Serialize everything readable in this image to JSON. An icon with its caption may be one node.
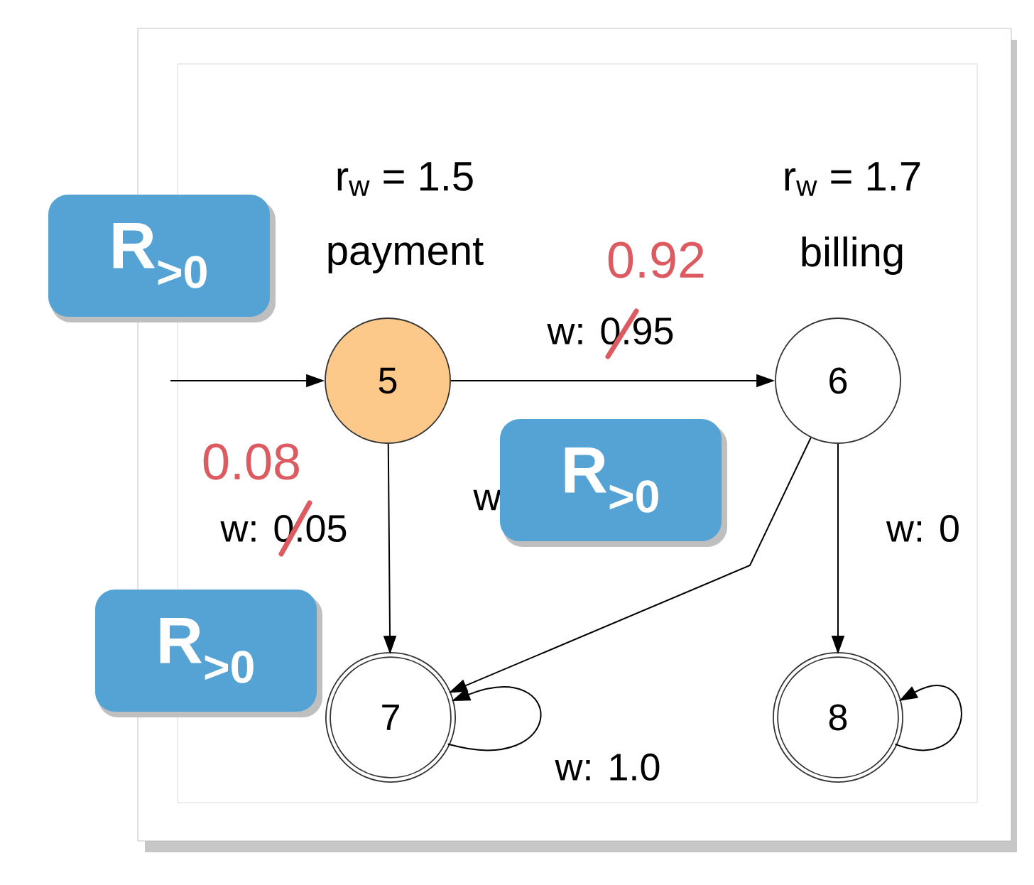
{
  "diagram": {
    "nodes": [
      {
        "text": [
          "R$_{>0}$"
        ]
      },
      {
        "text": [
          "5"
        ],
        "beside": [
          "r$_{w}$ = 1.5",
          "payment"
        ]
      },
      {
        "text": [
          "6"
        ],
        "beside": [
          "r$_{w}$ = 1.7",
          "billing"
        ]
      },
      {
        "text": [
          "R$_{>0}$"
        ]
      },
      {
        "text": [
          "R$_{>0}$"
        ]
      },
      {
        "text": [
          "7"
        ]
      },
      {
        "text": [
          "8"
        ]
      }
    ],
    "edges": [
      {
        "from": null,
        "to": 1,
        "arrow": "to"
      },
      {
        "from": 1,
        "to": 2,
        "arrow": "to",
        "label": "w: 0.95"
      },
      {
        "from": 1,
        "to": 5,
        "arrow": "to",
        "label": "w: 0.05"
      },
      {
        "from": 2,
        "to": 5,
        "arrow": "to",
        "label": "w"
      },
      {
        "from": 2,
        "to": 6,
        "arrow": "to",
        "label": "w: 0"
      },
      {
        "from": 5,
        "to": 5,
        "arrow": "to",
        "label": "w: 1.0"
      },
      {
        "from": 6,
        "to": 6,
        "arrow": "to"
      }
    ],
    "labels": [
      "0.92",
      "0.08"
    ]
  }
}
